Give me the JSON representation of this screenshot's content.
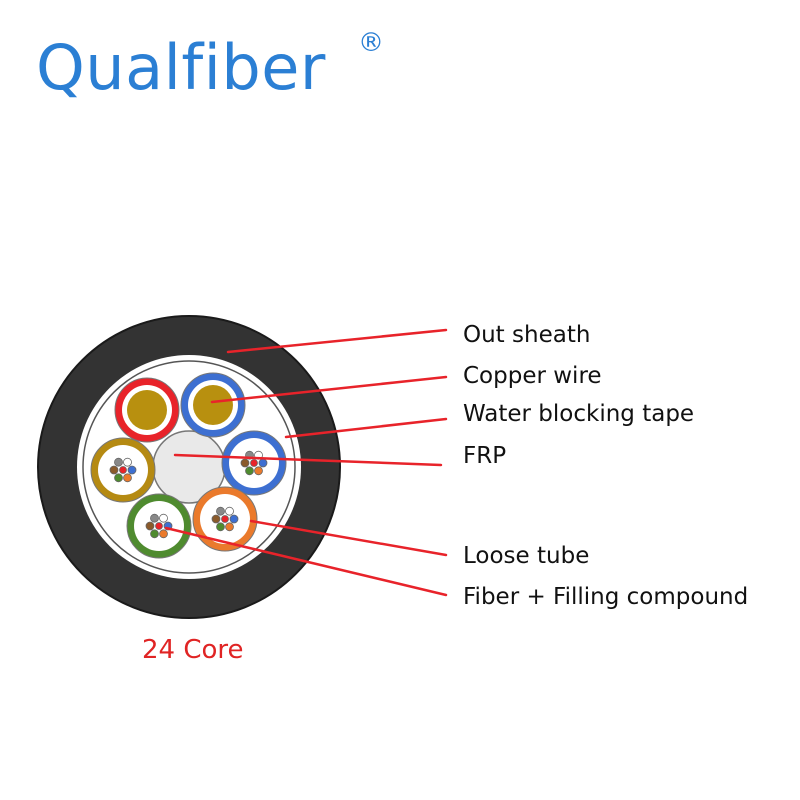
{
  "brand": {
    "name": "Qualfiber",
    "registered_mark": "®",
    "color": "#2b7fd4"
  },
  "labels": {
    "out_sheath": "Out sheath",
    "copper_wire": "Copper wire",
    "water_blocking_tape": "Water blocking tape",
    "frp": "FRP",
    "loose_tube": "Loose tube",
    "fiber_filling": "Fiber + Filling compound"
  },
  "core_label": {
    "text": "24 Core",
    "color": "#e02424"
  },
  "colors": {
    "sheath": "#333333",
    "leader_line": "#e8232a",
    "tube_red": "#e8232a",
    "tube_blue": "#3d6fd1",
    "tube_gold": "#b58a12",
    "tube_green": "#4f8b2f",
    "tube_orange": "#ea7a2c",
    "copper": "#b8900f",
    "frp": "#e9e9e9"
  }
}
